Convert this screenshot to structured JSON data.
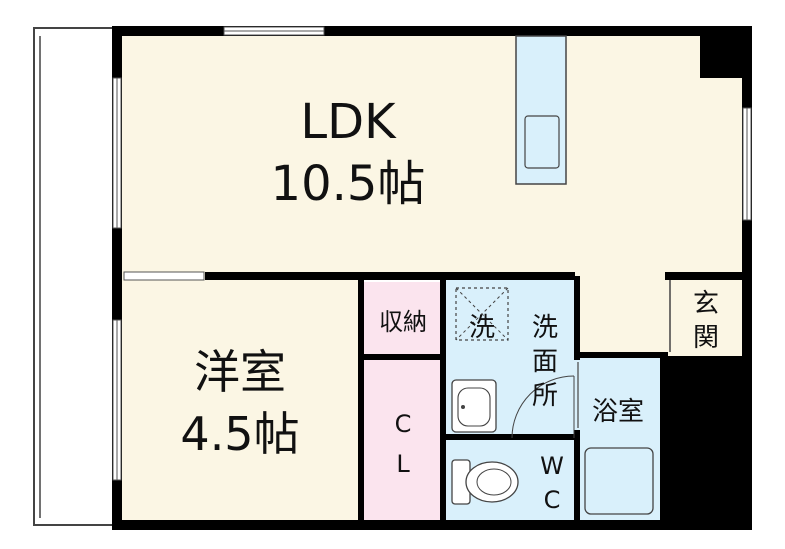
{
  "rooms": {
    "ldk": {
      "name": "LDK",
      "size": "10.5帖"
    },
    "western": {
      "name": "洋室",
      "size": "4.5帖"
    },
    "storage": {
      "name": "収納"
    },
    "closet": {
      "line1": "C",
      "line2": "L"
    },
    "washer": {
      "name": "洗"
    },
    "washroom": {
      "line1": "洗",
      "line2": "面",
      "line3": "所"
    },
    "bath": {
      "name": "浴室"
    },
    "wc": {
      "line1": "W",
      "line2": "C"
    },
    "entrance": {
      "line1": "玄",
      "line2": "関"
    }
  },
  "colors": {
    "living_floor": "#fbf6e4",
    "storage_floor": "#fbe4ee",
    "water_area": "#d9f0fb",
    "wall": "#000000"
  }
}
